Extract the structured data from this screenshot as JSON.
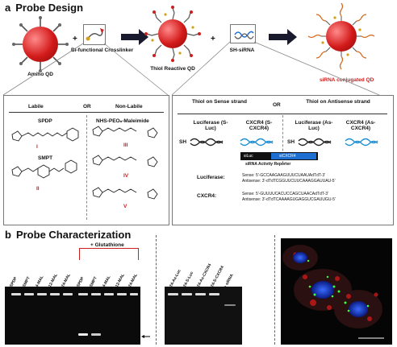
{
  "section_a": {
    "letter": "a",
    "title": "Probe Design"
  },
  "section_b": {
    "letter": "b",
    "title": "Probe Characterization"
  },
  "scheme": {
    "amino_qd": "Amino QD",
    "crosslinker": "Bi-functional Crosslinker",
    "thiol_qd": "Thiol Reactive QD",
    "sh_sirna": "SH-siRNA",
    "conj_qd": "siRNA conjugated QD",
    "plus": "+"
  },
  "left_panel": {
    "labile": "Labile",
    "or": "OR",
    "non_labile": "Non-Labile",
    "spdp": "SPDP",
    "smpt": "SMPT",
    "nhs": "NHS-PEOₙ-Maleimide",
    "numerals": [
      "I",
      "II",
      "III",
      "IV",
      "V"
    ]
  },
  "right_panel": {
    "sense_title": "Thiol  on Sense strand",
    "or": "OR",
    "antisense_title": "Thiol  on Antisense strand",
    "col1": "Luciferase (S-Luc)",
    "col2": "CXCR4 (S-CXCR4)",
    "col3": "Luciferase (As-Luc)",
    "col4": "CXCR4 (As-CXCR4)",
    "sh": "SH",
    "siluc": "siLuc",
    "sicxcr4": "siCXCR4",
    "reporter": "siRNA Activity Reporter",
    "luc_label": "Luciferase:",
    "luc_sense": "Sense:     5'-GCCAAGAAGUUUCUAAUAdTdT-3'",
    "luc_antisense": "Antisense: 3'-dTdTCGGUUCUUCAAAGGAUUAU-5'",
    "cx_label": "CXCR4:",
    "cx_sense": "Sense:     5'-GUUUUCACUCCAGCUAACAdTdT-3'",
    "cx_antisense": "Antisense: 3'-dTdTCAAAAGUGAGGUCGAUUGU-5'"
  },
  "gel1": {
    "glutathione": "+ Glutathione",
    "lanes": [
      "QD-SPDP",
      "QD-SMPT",
      "QD-4-MAL",
      "QD-12-MAL",
      "QD-24-MAL",
      "QD-SPDP",
      "QD-SMPT",
      "QD-4-MAL",
      "QD-12-MAL",
      "QD-24-MAL"
    ]
  },
  "gel2": {
    "lanes": [
      "QD-24-As-Luc",
      "QD-24-S-Luc",
      "QD-24-As-CXCR4",
      "QD-24-S-CXCR4",
      "Free siRNA"
    ]
  },
  "colors": {
    "red": "#cc1f1f",
    "band": "#ffffff",
    "gel": "#0b0b0b"
  }
}
